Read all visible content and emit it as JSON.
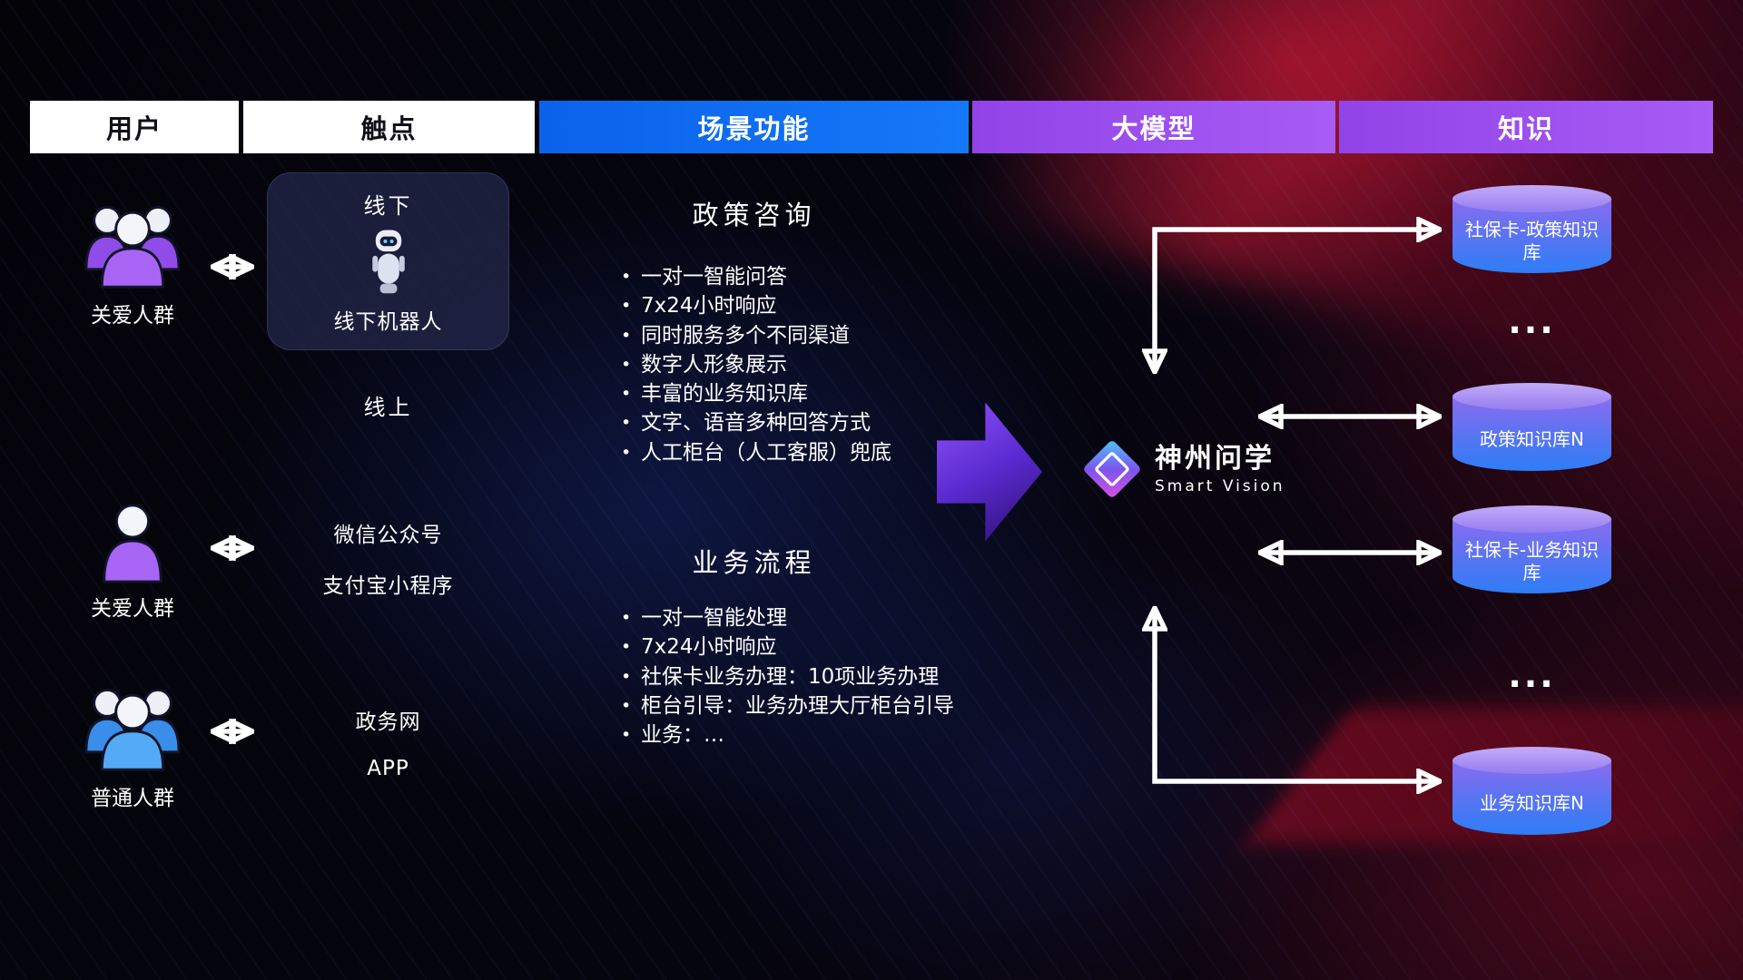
{
  "colors": {
    "header_blue": "#0b6bf2",
    "header_purple": "#9a4cf0",
    "accent_purple": "#8a50f5",
    "db_gradient_top": "#b9a2f6",
    "db_gradient_bottom": "#2e7df6",
    "arrow_color": "#ffffff",
    "background_red": "#c0143c",
    "background_dark": "#05050f"
  },
  "header": {
    "columns": [
      {
        "label": "用户",
        "style": "light"
      },
      {
        "label": "触点",
        "style": "light"
      },
      {
        "label": "场景功能",
        "style": "blue"
      },
      {
        "label": "大模型",
        "style": "purple"
      },
      {
        "label": "知识",
        "style": "purple"
      }
    ]
  },
  "users": [
    {
      "label": "关爱人群",
      "icon": "people-group-purple-icon"
    },
    {
      "label": "关爱人群",
      "icon": "person-purple-icon"
    },
    {
      "label": "普通人群",
      "icon": "people-group-blue-icon"
    }
  ],
  "touchpoints": {
    "offline_title": "线下",
    "robot_label": "线下机器人",
    "online_title": "线上",
    "online_items": [
      "微信公众号",
      "支付宝小程序",
      "政务网",
      "APP"
    ]
  },
  "scenes": [
    {
      "title": "政策咨询",
      "items": [
        "一对一智能问答",
        "7x24小时响应",
        "同时服务多个不同渠道",
        "数字人形象展示",
        "丰富的业务知识库",
        "文字、语音多种回答方式",
        "人工柜台（人工客服）兜底"
      ]
    },
    {
      "title": "业务流程",
      "items": [
        "一对一智能处理",
        "7x24小时响应",
        "社保卡业务办理：10项业务办理",
        "柜台引导：业务办理大厅柜台引导",
        "业务：…"
      ]
    }
  ],
  "model": {
    "name": "神州问学",
    "subtitle": "Smart Vision"
  },
  "knowledge": {
    "databases": [
      "社保卡-政策知识库",
      "政策知识库N",
      "社保卡-业务知识库",
      "业务知识库N"
    ],
    "ellipsis": "..."
  }
}
